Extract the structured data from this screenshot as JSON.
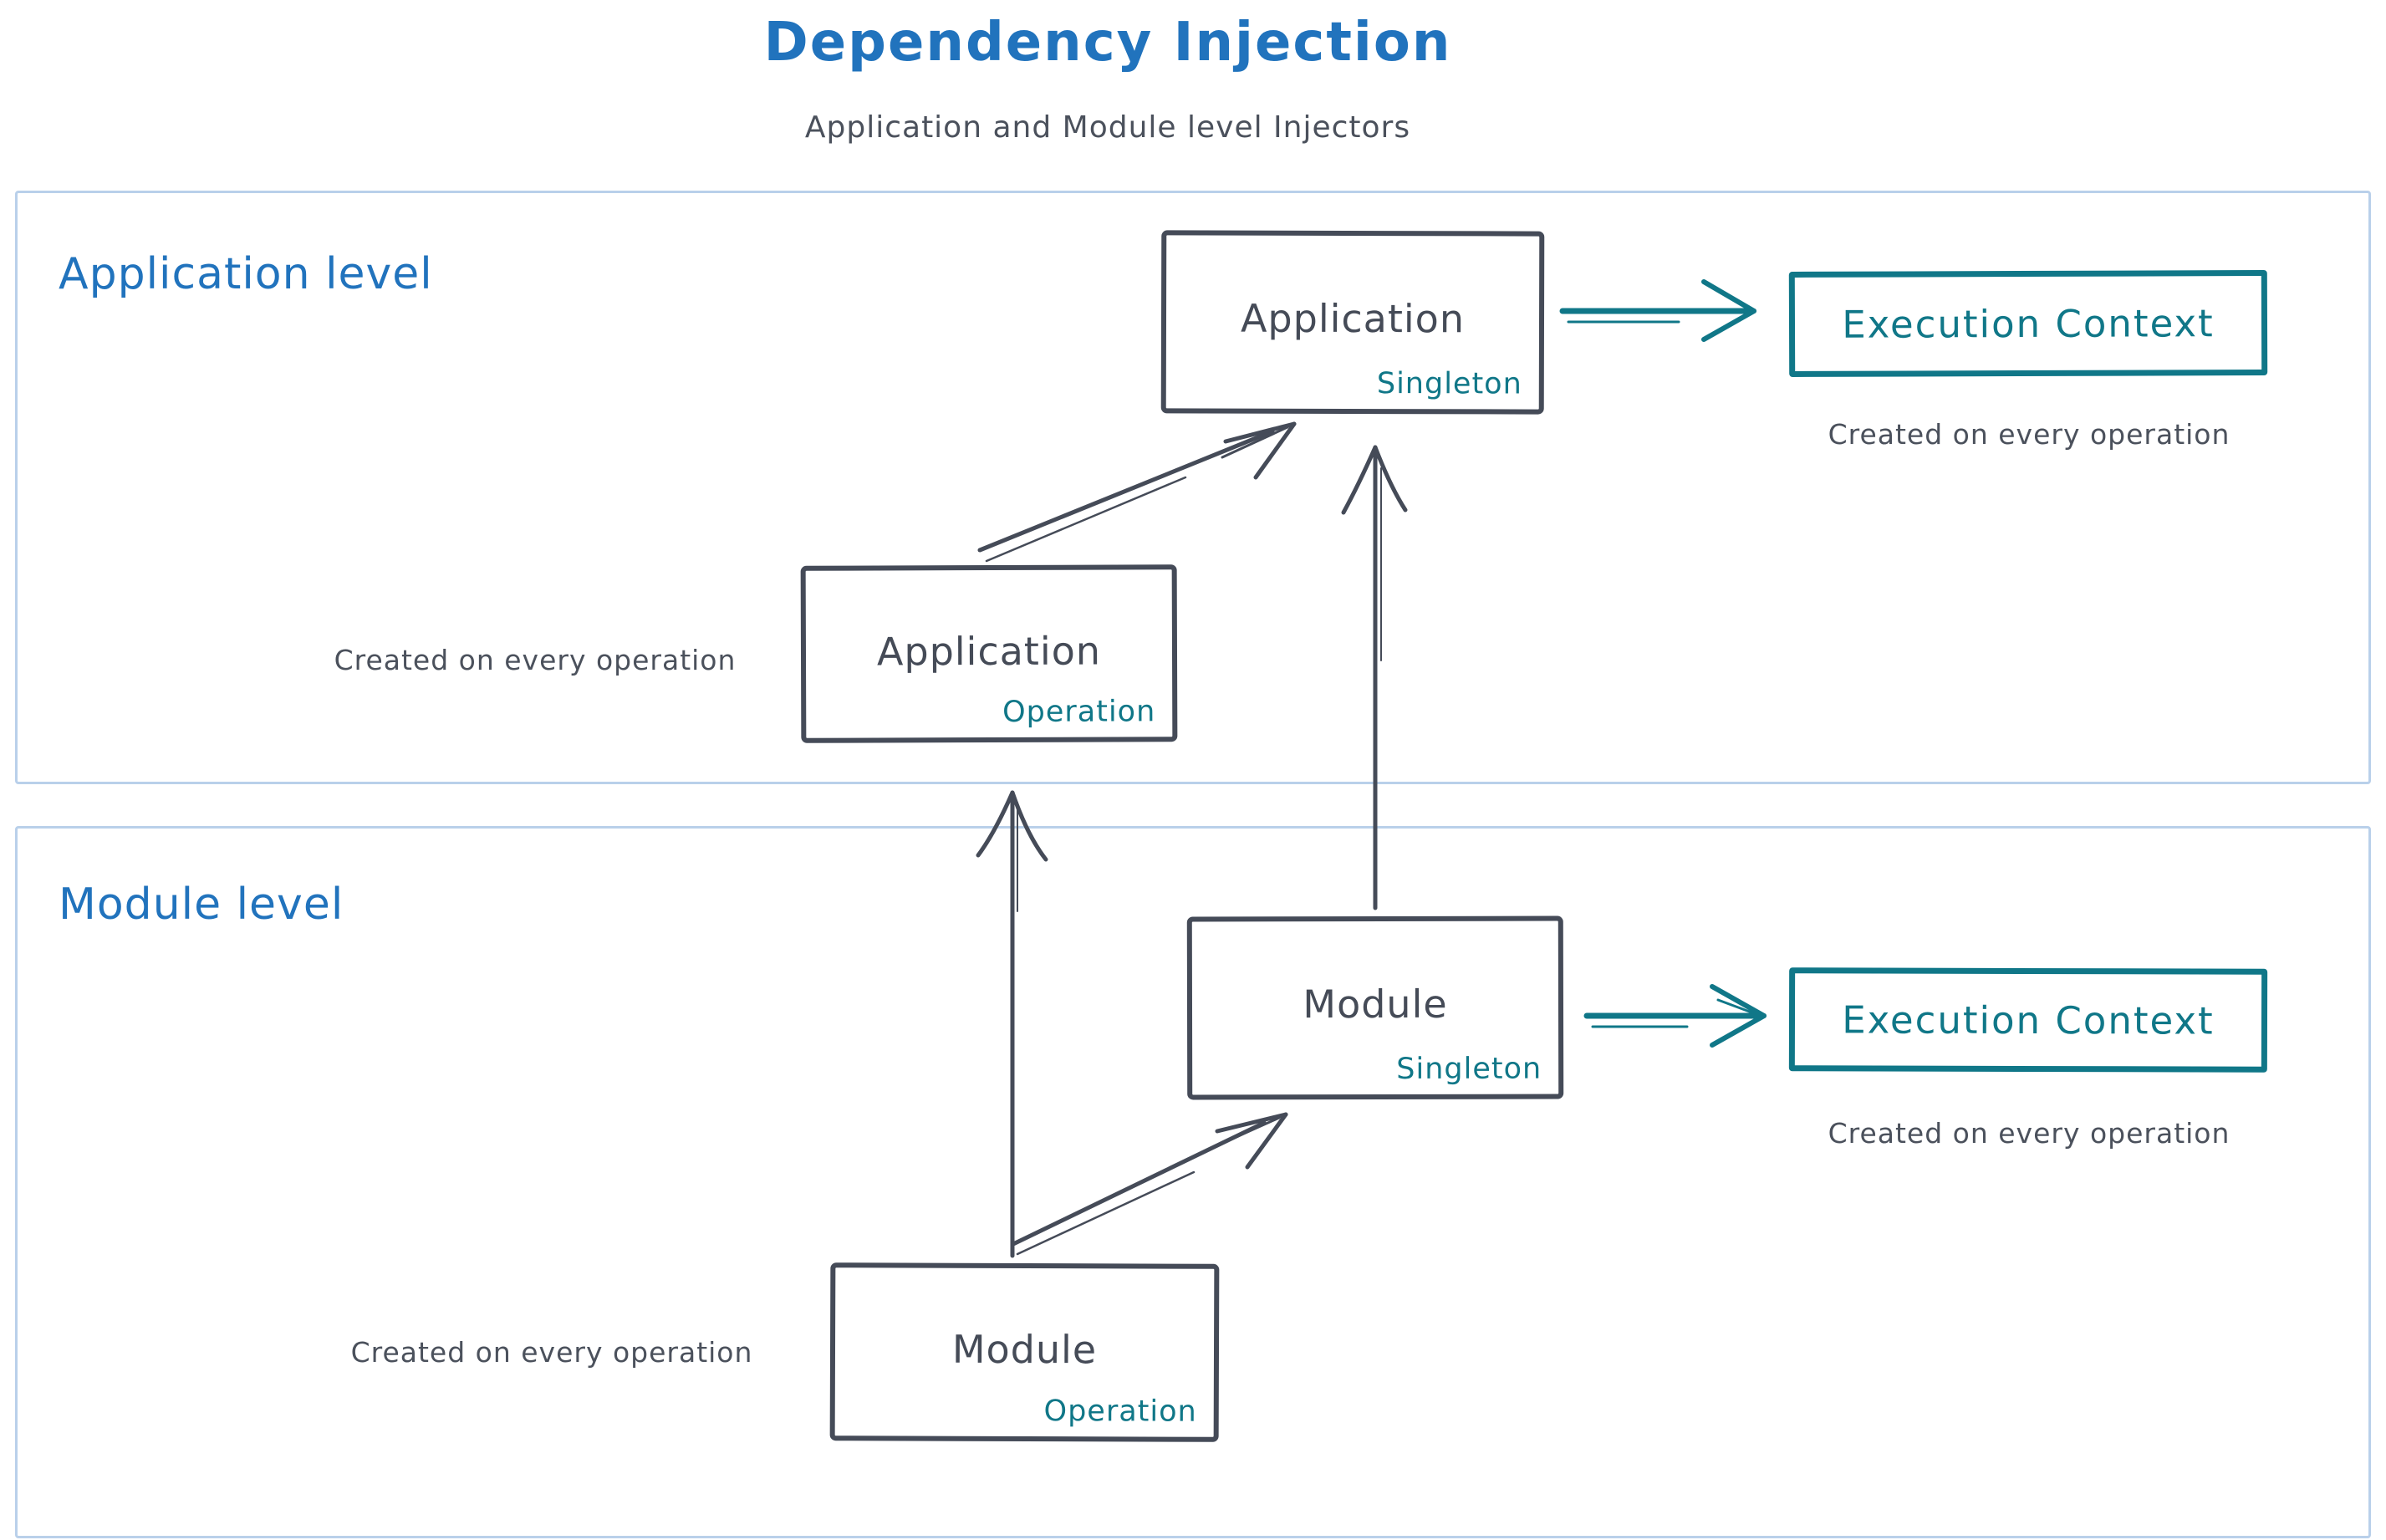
{
  "title": "Dependency Injection",
  "subtitle": "Application and Module level Injectors",
  "colors": {
    "heading_blue": "#2173bd",
    "dark_stroke": "#454b58",
    "teal": "#107788",
    "container_border": "#b9d0ea"
  },
  "sections": {
    "application": {
      "label": "Application level",
      "singleton_box": {
        "name": "Application",
        "tag": "Singleton"
      },
      "operation_box": {
        "name": "Application",
        "tag": "Operation"
      },
      "operation_caption": "Created on every operation",
      "execution_context": {
        "label": "Execution Context",
        "caption": "Created on every operation"
      }
    },
    "module": {
      "label": "Module level",
      "singleton_box": {
        "name": "Module",
        "tag": "Singleton"
      },
      "operation_box": {
        "name": "Module",
        "tag": "Operation"
      },
      "operation_caption": "Created on every operation",
      "execution_context": {
        "label": "Execution Context",
        "caption": "Created on every operation"
      }
    }
  },
  "arrows": [
    "application-operation to application-singleton",
    "module-singleton to application-singleton",
    "module-operation to application-operation",
    "module-operation to module-singleton",
    "application-singleton to execution-context",
    "module-singleton to execution-context"
  ]
}
